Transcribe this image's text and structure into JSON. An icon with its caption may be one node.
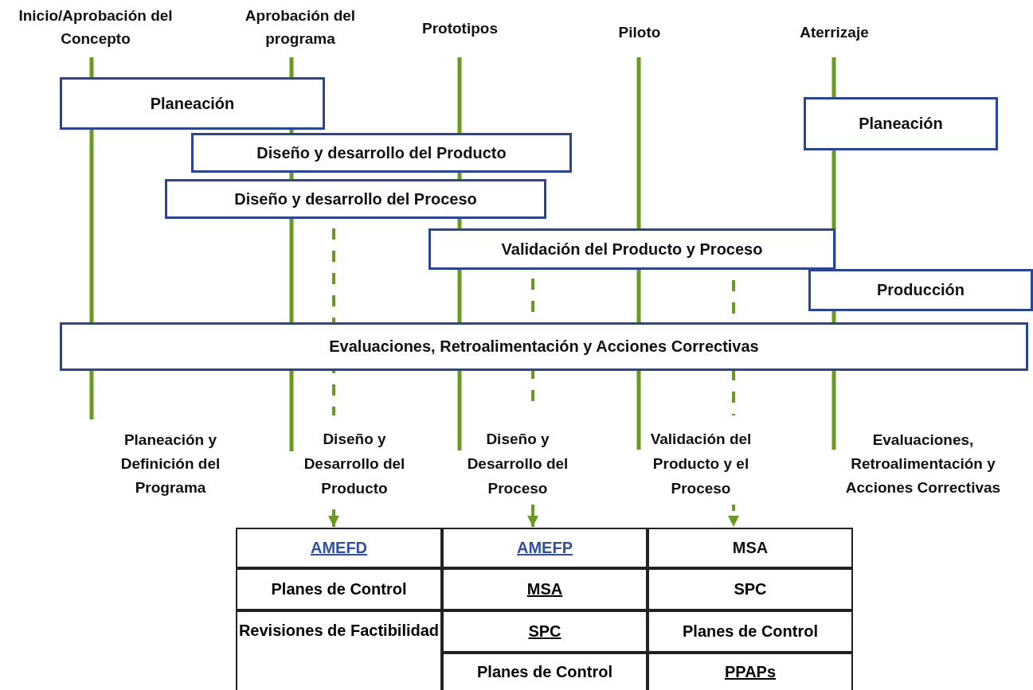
{
  "diagram": {
    "nodes": [
      {
        "text": [
          "Planeación"
        ]
      },
      {
        "text": [
          "Planeación"
        ]
      },
      {
        "text": [
          "Diseño y desarrollo del Producto"
        ]
      },
      {
        "text": [
          "Diseño y desarrollo del Proceso"
        ]
      },
      {
        "text": [
          "Validación del Producto y Proceso"
        ]
      },
      {
        "text": [
          "Producción"
        ]
      },
      {
        "text": [
          "Evaluaciones, Retroalimentación y Acciones Correctivas"
        ]
      },
      {
        "text": [
          "Diseño y Desarrollo del Producto"
        ]
      },
      {
        "text": [
          "Diseño y Desarrollo del Proceso"
        ]
      },
      {
        "text": [
          "Validación del Producto y el Proceso"
        ]
      },
      {
        "text": [
          "AMEFD"
        ]
      },
      {
        "text": [
          "AMEFP"
        ]
      },
      {
        "text": [
          "MSA"
        ]
      }
    ],
    "edges": [
      {
        "from": 7,
        "to": 10,
        "arrow": "to"
      },
      {
        "from": 8,
        "to": 11,
        "arrow": "to"
      },
      {
        "from": 9,
        "to": 12,
        "arrow": "to",
        "style": "dashed"
      }
    ],
    "labels": [
      "Inicio/Aprobación del Concepto",
      "Aprobación del programa",
      "Prototipos",
      "Piloto",
      "Aterrizaje",
      "Planeación y Definición del Programa",
      "Evaluaciones, Retroalimentación y Acciones Correctivas",
      "Planes de Control",
      "MSA",
      "SPC",
      "Revisiones de Factibilidad",
      "SPC",
      "Planes de Control",
      "Planes de Control",
      "PPAPs"
    ]
  }
}
